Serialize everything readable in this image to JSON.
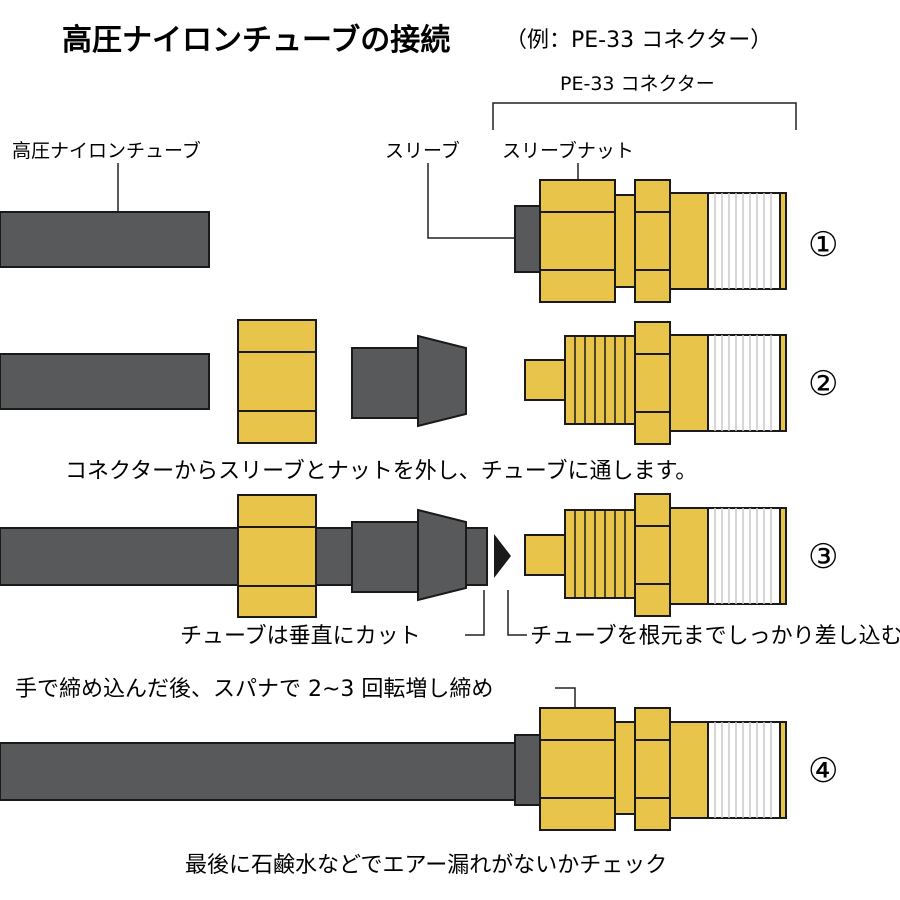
{
  "title": "高圧ナイロンチューブの接続",
  "title_note": "（例：PE-33 コネクター）",
  "labels": {
    "connector": "PE-33 コネクター",
    "tube": "高圧ナイロンチューブ",
    "sleeve": "スリーブ",
    "sleeve_nut": "スリーブナット"
  },
  "steps": [
    {
      "number": "①"
    },
    {
      "number": "②",
      "caption": "コネクターからスリーブとナットを外し、チューブに通します。"
    },
    {
      "number": "③",
      "note_cut": "チューブは垂直にカット",
      "note_insert": "チューブを根元までしっかり差し込む"
    },
    {
      "number": "④",
      "note_tighten": "手で締め込んだ後、スパナで 2~3 回転増し締め",
      "caption": "最後に石鹸水などでエアー漏れがないかチェック"
    }
  ],
  "colors": {
    "brass": "#e8c54a",
    "tube": "#58595b",
    "outline": "#1a1a1a",
    "thread": "#ffffff"
  }
}
